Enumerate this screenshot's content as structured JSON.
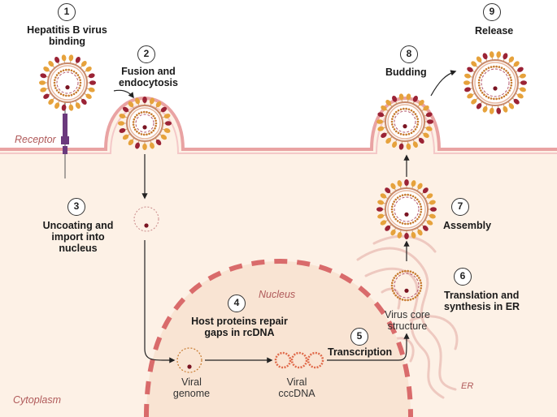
{
  "steps": [
    {
      "number": "1",
      "label": "Hepatitis B virus binding"
    },
    {
      "number": "2",
      "label": "Fusion and endocytosis"
    },
    {
      "number": "3",
      "label": "Uncoating and import into nucleus"
    },
    {
      "number": "4",
      "label": "Host proteins repair gaps in rcDNA"
    },
    {
      "number": "5",
      "label": "Transcription"
    },
    {
      "number": "6",
      "label": "Translation and synthesis in ER"
    },
    {
      "number": "7",
      "label": "Assembly"
    },
    {
      "number": "8",
      "label": "Budding"
    },
    {
      "number": "9",
      "label": "Release"
    }
  ],
  "labels": {
    "receptor": "Receptor",
    "nucleus": "Nucleus",
    "cytoplasm": "Cytoplasm",
    "er": "ER",
    "viral_genome": "Viral genome",
    "viral_cccdna": "Viral cccDNA",
    "virus_core": "Virus core structure"
  },
  "colors": {
    "cytoplasm": "#fdf1e6",
    "membrane": "#e9a3a3",
    "nucleus": "#f9e4d3",
    "nucleus_envelope": "#d96b6b",
    "spike_orange": "#e6a23c",
    "spike_red": "#9b2335",
    "receptor": "#6b3a7d"
  }
}
